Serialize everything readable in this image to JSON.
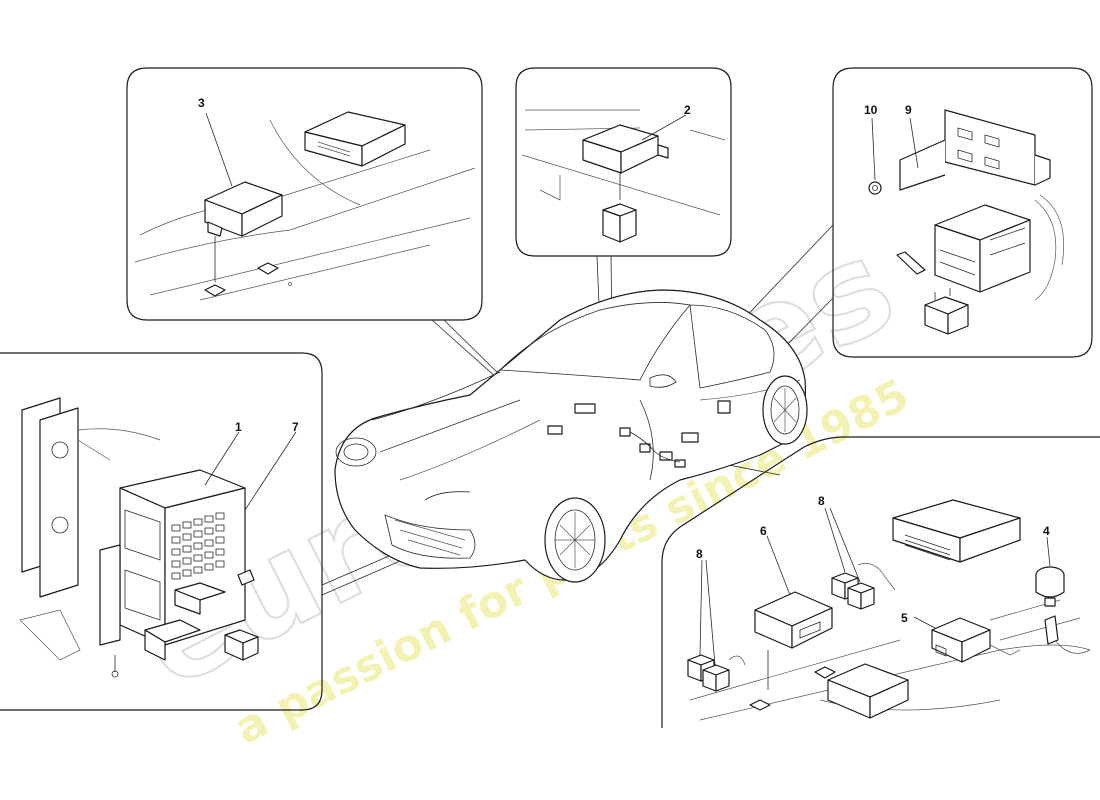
{
  "diagram": {
    "part_labels": {
      "p1": "1",
      "p2": "2",
      "p3": "3",
      "p4": "4",
      "p5": "5",
      "p6": "6",
      "p7": "7",
      "p8a": "8",
      "p8b": "8",
      "p9": "9",
      "p10": "10"
    },
    "watermark": {
      "brand": "eurospares",
      "tagline": "a passion for parts since 1985"
    },
    "colors": {
      "line": "#1a1a1a",
      "watermark_brand": "#d9d9d9",
      "watermark_tagline": "#f1f0a6"
    }
  }
}
